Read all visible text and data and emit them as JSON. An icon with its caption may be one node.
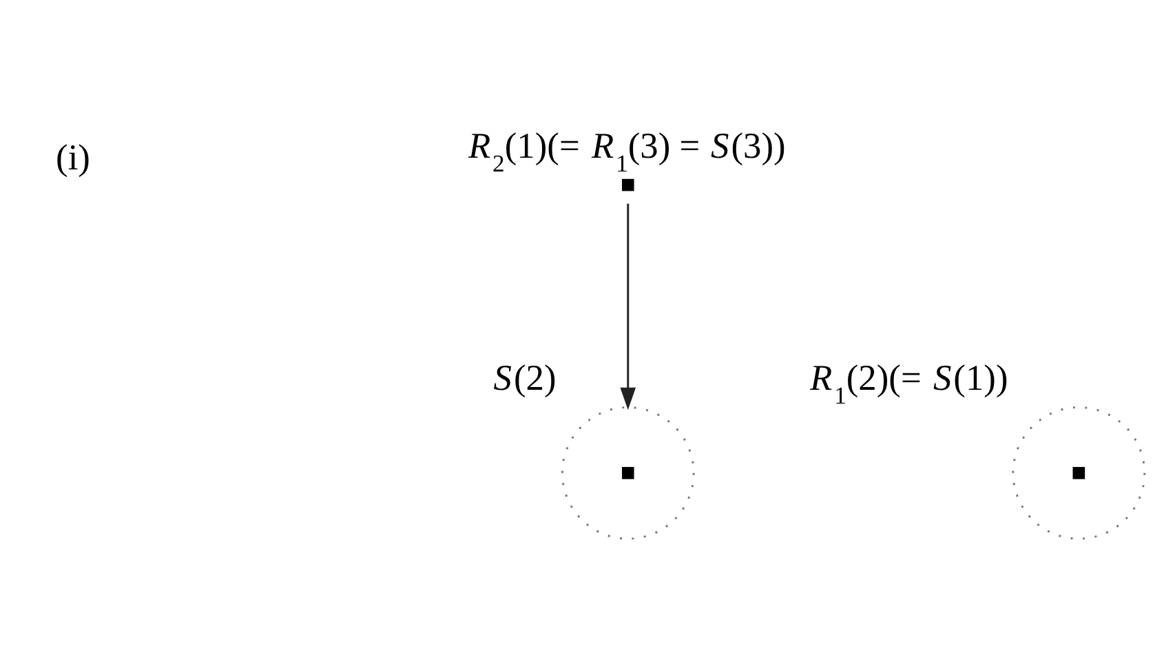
{
  "diagram": {
    "nodes": [
      {
        "text": [
          "*R*$_{2}$(1)(= *R*$_{1}$(3) = *S*(3))"
        ]
      },
      {
        "text": [
          "*S*(2)"
        ]
      },
      {
        "text": [
          "*R*$_{1}$(2)(= *S*(1))"
        ]
      }
    ],
    "edges": [
      {
        "from": 0,
        "to": 1,
        "arrow": "to"
      }
    ],
    "labels": [
      "(i)"
    ]
  }
}
